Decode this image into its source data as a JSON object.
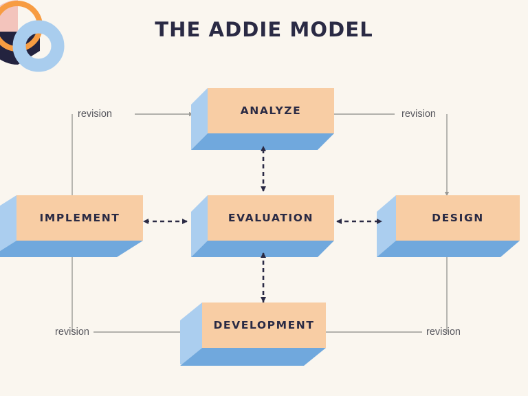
{
  "page": {
    "title": "THE ADDIE MODEL",
    "background_color": "#FAF6EF"
  },
  "colors": {
    "box_front": "#F8CDA4",
    "box_side": "#ABCEEF",
    "box_bottom": "#70A8DD",
    "text_dark": "#2A2A44",
    "connector_gray": "#9A9A96",
    "arrow_dark": "#2A2A44",
    "deco_orange": "#F79C42",
    "deco_blue": "#A9CDEE",
    "deco_navy": "#23233F",
    "deco_pink": "#F3C4BC"
  },
  "decoration": {
    "orange_ring": "orange-ring",
    "blue_ring": "blue-ring",
    "navy_semicircle": "navy-semicircle",
    "pink_semicircle": "pink-semicircle"
  },
  "boxes": [
    {
      "id": "analyze",
      "label": "ANALYZE"
    },
    {
      "id": "implement",
      "label": "IMPLEMENT"
    },
    {
      "id": "evaluation",
      "label": "EVALUATION"
    },
    {
      "id": "design",
      "label": "DESIGN"
    },
    {
      "id": "development",
      "label": "DEVELOPMENT"
    }
  ],
  "revisions": [
    {
      "id": "top-left",
      "label": "revision"
    },
    {
      "id": "top-right",
      "label": "revision"
    },
    {
      "id": "bottom-left",
      "label": "revision"
    },
    {
      "id": "bottom-right",
      "label": "revision"
    }
  ],
  "connectors": {
    "solid_gray": [
      "revision-top-left-to-analyze",
      "analyze-to-revision-top-right",
      "revision-top-right-down-to-design",
      "revision-top-left-down-to-implement",
      "implement-down-to-revision-bottom-left",
      "revision-bottom-left-to-development",
      "development-to-revision-bottom-right",
      "revision-bottom-right-up-to-design"
    ],
    "dashed_dark": [
      "evaluation-analyze",
      "evaluation-implement",
      "evaluation-design",
      "evaluation-development"
    ]
  }
}
